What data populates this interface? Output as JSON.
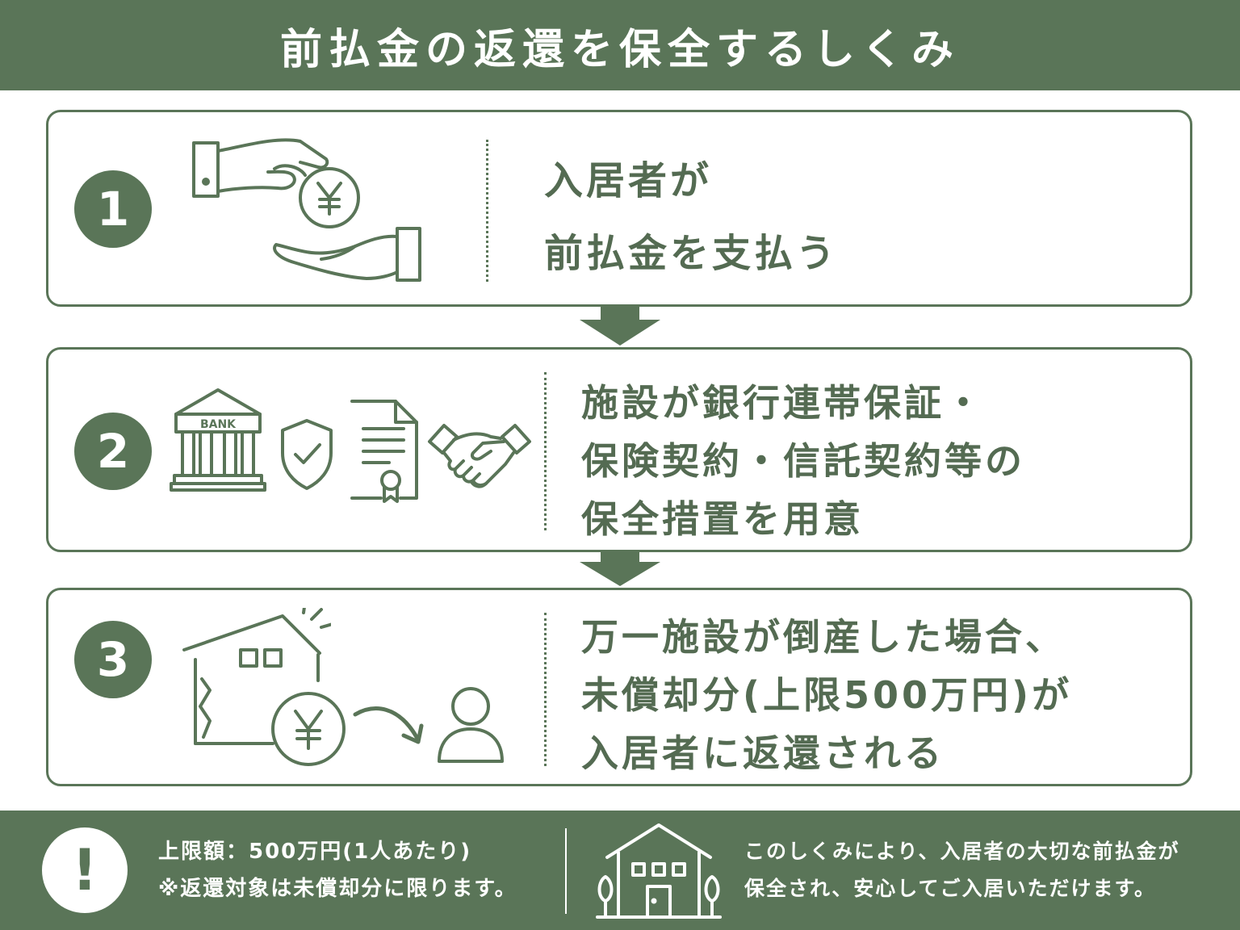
{
  "title": "前払金の返還を保全するしくみ",
  "steps": [
    {
      "number": "1",
      "lines": [
        "入居者が",
        "前払金を支払う"
      ],
      "icons": [
        "hand-giving-coin-icon",
        "yen-coin-icon",
        "open-hand-icon"
      ]
    },
    {
      "number": "2",
      "lines": [
        "施設が銀行連帯保証・",
        "保険契約・信託契約等の",
        "保全措置を用意"
      ],
      "icons": [
        "bank-icon",
        "shield-check-icon",
        "certificate-document-icon",
        "handshake-icon"
      ],
      "bank_label": "BANK"
    },
    {
      "number": "3",
      "lines": [
        "万一施設が倒産した場合、",
        "未償却分(上限500万円)が",
        "入居者に返還される"
      ],
      "icons": [
        "collapsed-building-icon",
        "yen-coin-icon",
        "curved-arrow-icon",
        "person-icon"
      ]
    }
  ],
  "footer": {
    "alert_symbol": "!",
    "left_lines": [
      "上限額：500万円(1人あたり)",
      "※返還対象は未償却分に限ります。"
    ],
    "right_lines": [
      "このしくみにより、入居者の大切な前払金が",
      "保全され、安心してご入居いただけます。"
    ],
    "icon": "house-with-trees-icon"
  },
  "colors": {
    "primary_green": "#5a7558",
    "text_green": "#546b52",
    "background": "#ffffff"
  }
}
